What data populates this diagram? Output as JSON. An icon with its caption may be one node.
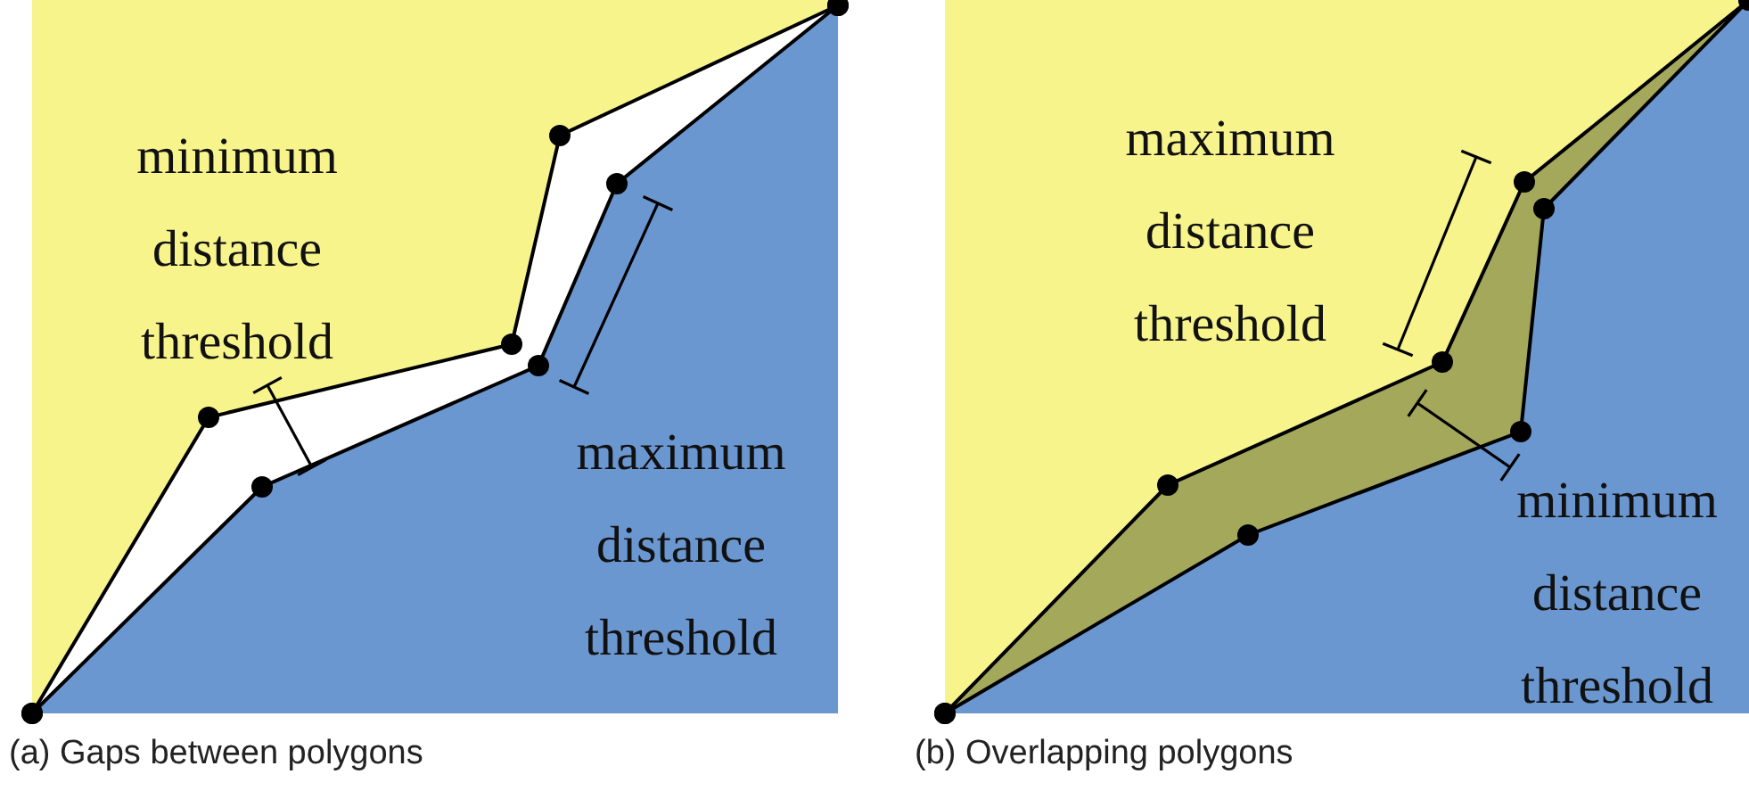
{
  "diagram": {
    "labels": [
      "minimum distance threshold",
      "maximum distance threshold",
      "(a) Gaps between polygons",
      "maximum distance threshold",
      "minimum distance threshold",
      "(b) Overlapping polygons"
    ]
  }
}
